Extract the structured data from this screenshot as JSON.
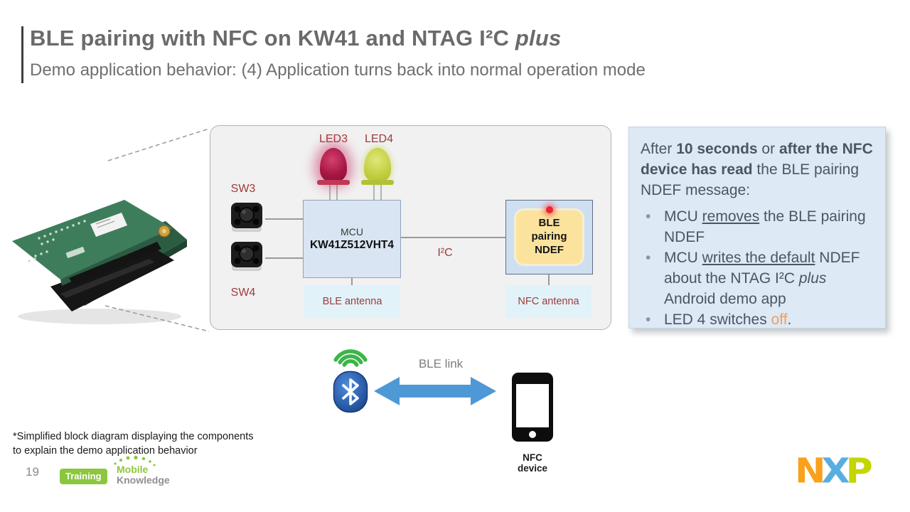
{
  "slide": {
    "title_main": "BLE pairing with NFC on KW41 and NTAG I²C ",
    "title_emphasis": "plus",
    "subtitle": "Demo application behavior: (4) Application turns back into normal operation mode"
  },
  "diagram": {
    "led3_label": "LED3",
    "led4_label": "LED4",
    "sw3_label": "SW3",
    "sw4_label": "SW4",
    "mcu_line1": "MCU",
    "mcu_line2": "KW41Z512VHT4",
    "i2c_label": "I²C",
    "ndef_line1": "BLE",
    "ndef_line2": "pairing",
    "ndef_line3": "NDEF",
    "ble_antenna_label": "BLE antenna",
    "nfc_antenna_label": "NFC antenna"
  },
  "info_box": {
    "intro": [
      "After ",
      "10 seconds",
      " or ",
      "after the NFC device has read",
      " the BLE pairing NDEF message:"
    ],
    "bullet1": [
      "MCU ",
      "removes",
      " the BLE pairing NDEF"
    ],
    "bullet2": [
      "MCU ",
      "writes the default",
      " NDEF about the NTAG I²C ",
      "plus",
      " Android demo app"
    ],
    "bullet3": [
      "LED 4 switches ",
      "off",
      "."
    ]
  },
  "connection": {
    "ble_link_label": "BLE link",
    "nfc_device_line1": "NFC",
    "nfc_device_line2": "device"
  },
  "footer": {
    "note_line1": "*Simplified block diagram displaying the components",
    "note_line2": "to explain the demo application behavior",
    "page_number": "19",
    "training_label": "Training",
    "mobile_label": "Mobile",
    "knowledge_label": "Knowledge"
  },
  "branding": {
    "nxp_n": "N",
    "nxp_x": "X",
    "nxp_p": "P"
  },
  "colors": {
    "title_gray": "#6a6a6a",
    "label_dark_red": "#9e3b3b",
    "panel_gray": "#f1f1f1",
    "mcu_fill": "#d9e5f3",
    "nfc_fill": "#cfdff2",
    "ndef_yellow": "#fbe39e",
    "antenna_cyan": "#e2f2f9",
    "info_box_blue": "#dde9f4",
    "info_text": "#4a5663",
    "off_orange": "#ef9d62",
    "arrow_blue": "#4f98d6",
    "signal_green": "#3cb54a",
    "bluetooth_blue": "#2f66b5",
    "led3_red": "#a81744",
    "led4_yellow": "#c3d042",
    "nxp_orange": "#f9a11b",
    "nxp_blue": "#58aee0",
    "nxp_lime": "#c3d600",
    "training_green": "#8cc63e"
  }
}
